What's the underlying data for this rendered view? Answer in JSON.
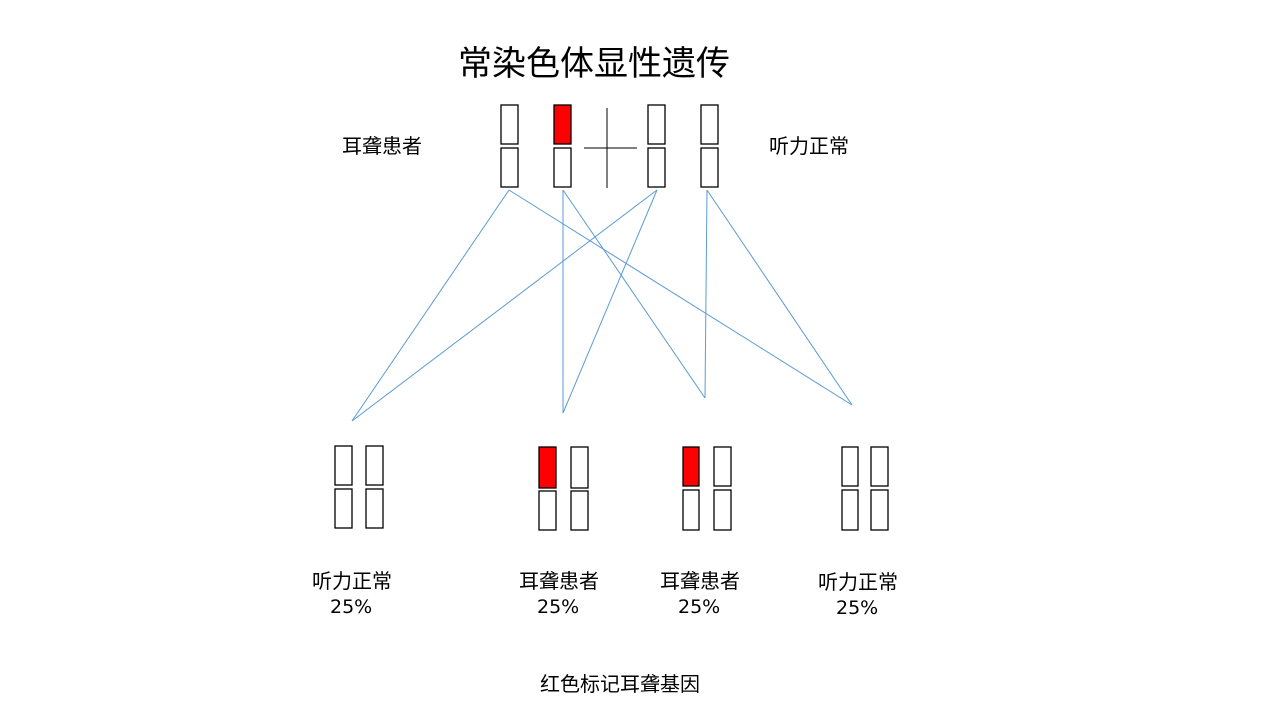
{
  "title": "常染色体显性遗传",
  "parents": {
    "left_label": "耳聋患者",
    "right_label": "听力正常"
  },
  "offspring": [
    {
      "label": "听力正常",
      "percent": "25%"
    },
    {
      "label": "耳聋患者",
      "percent": "25%"
    },
    {
      "label": "耳聋患者",
      "percent": "25%"
    },
    {
      "label": "听力正常",
      "percent": "25%"
    }
  ],
  "footnote": "红色标记耳聋基因",
  "colors": {
    "mark": "#ff0000",
    "link": "#5b9bd5"
  }
}
